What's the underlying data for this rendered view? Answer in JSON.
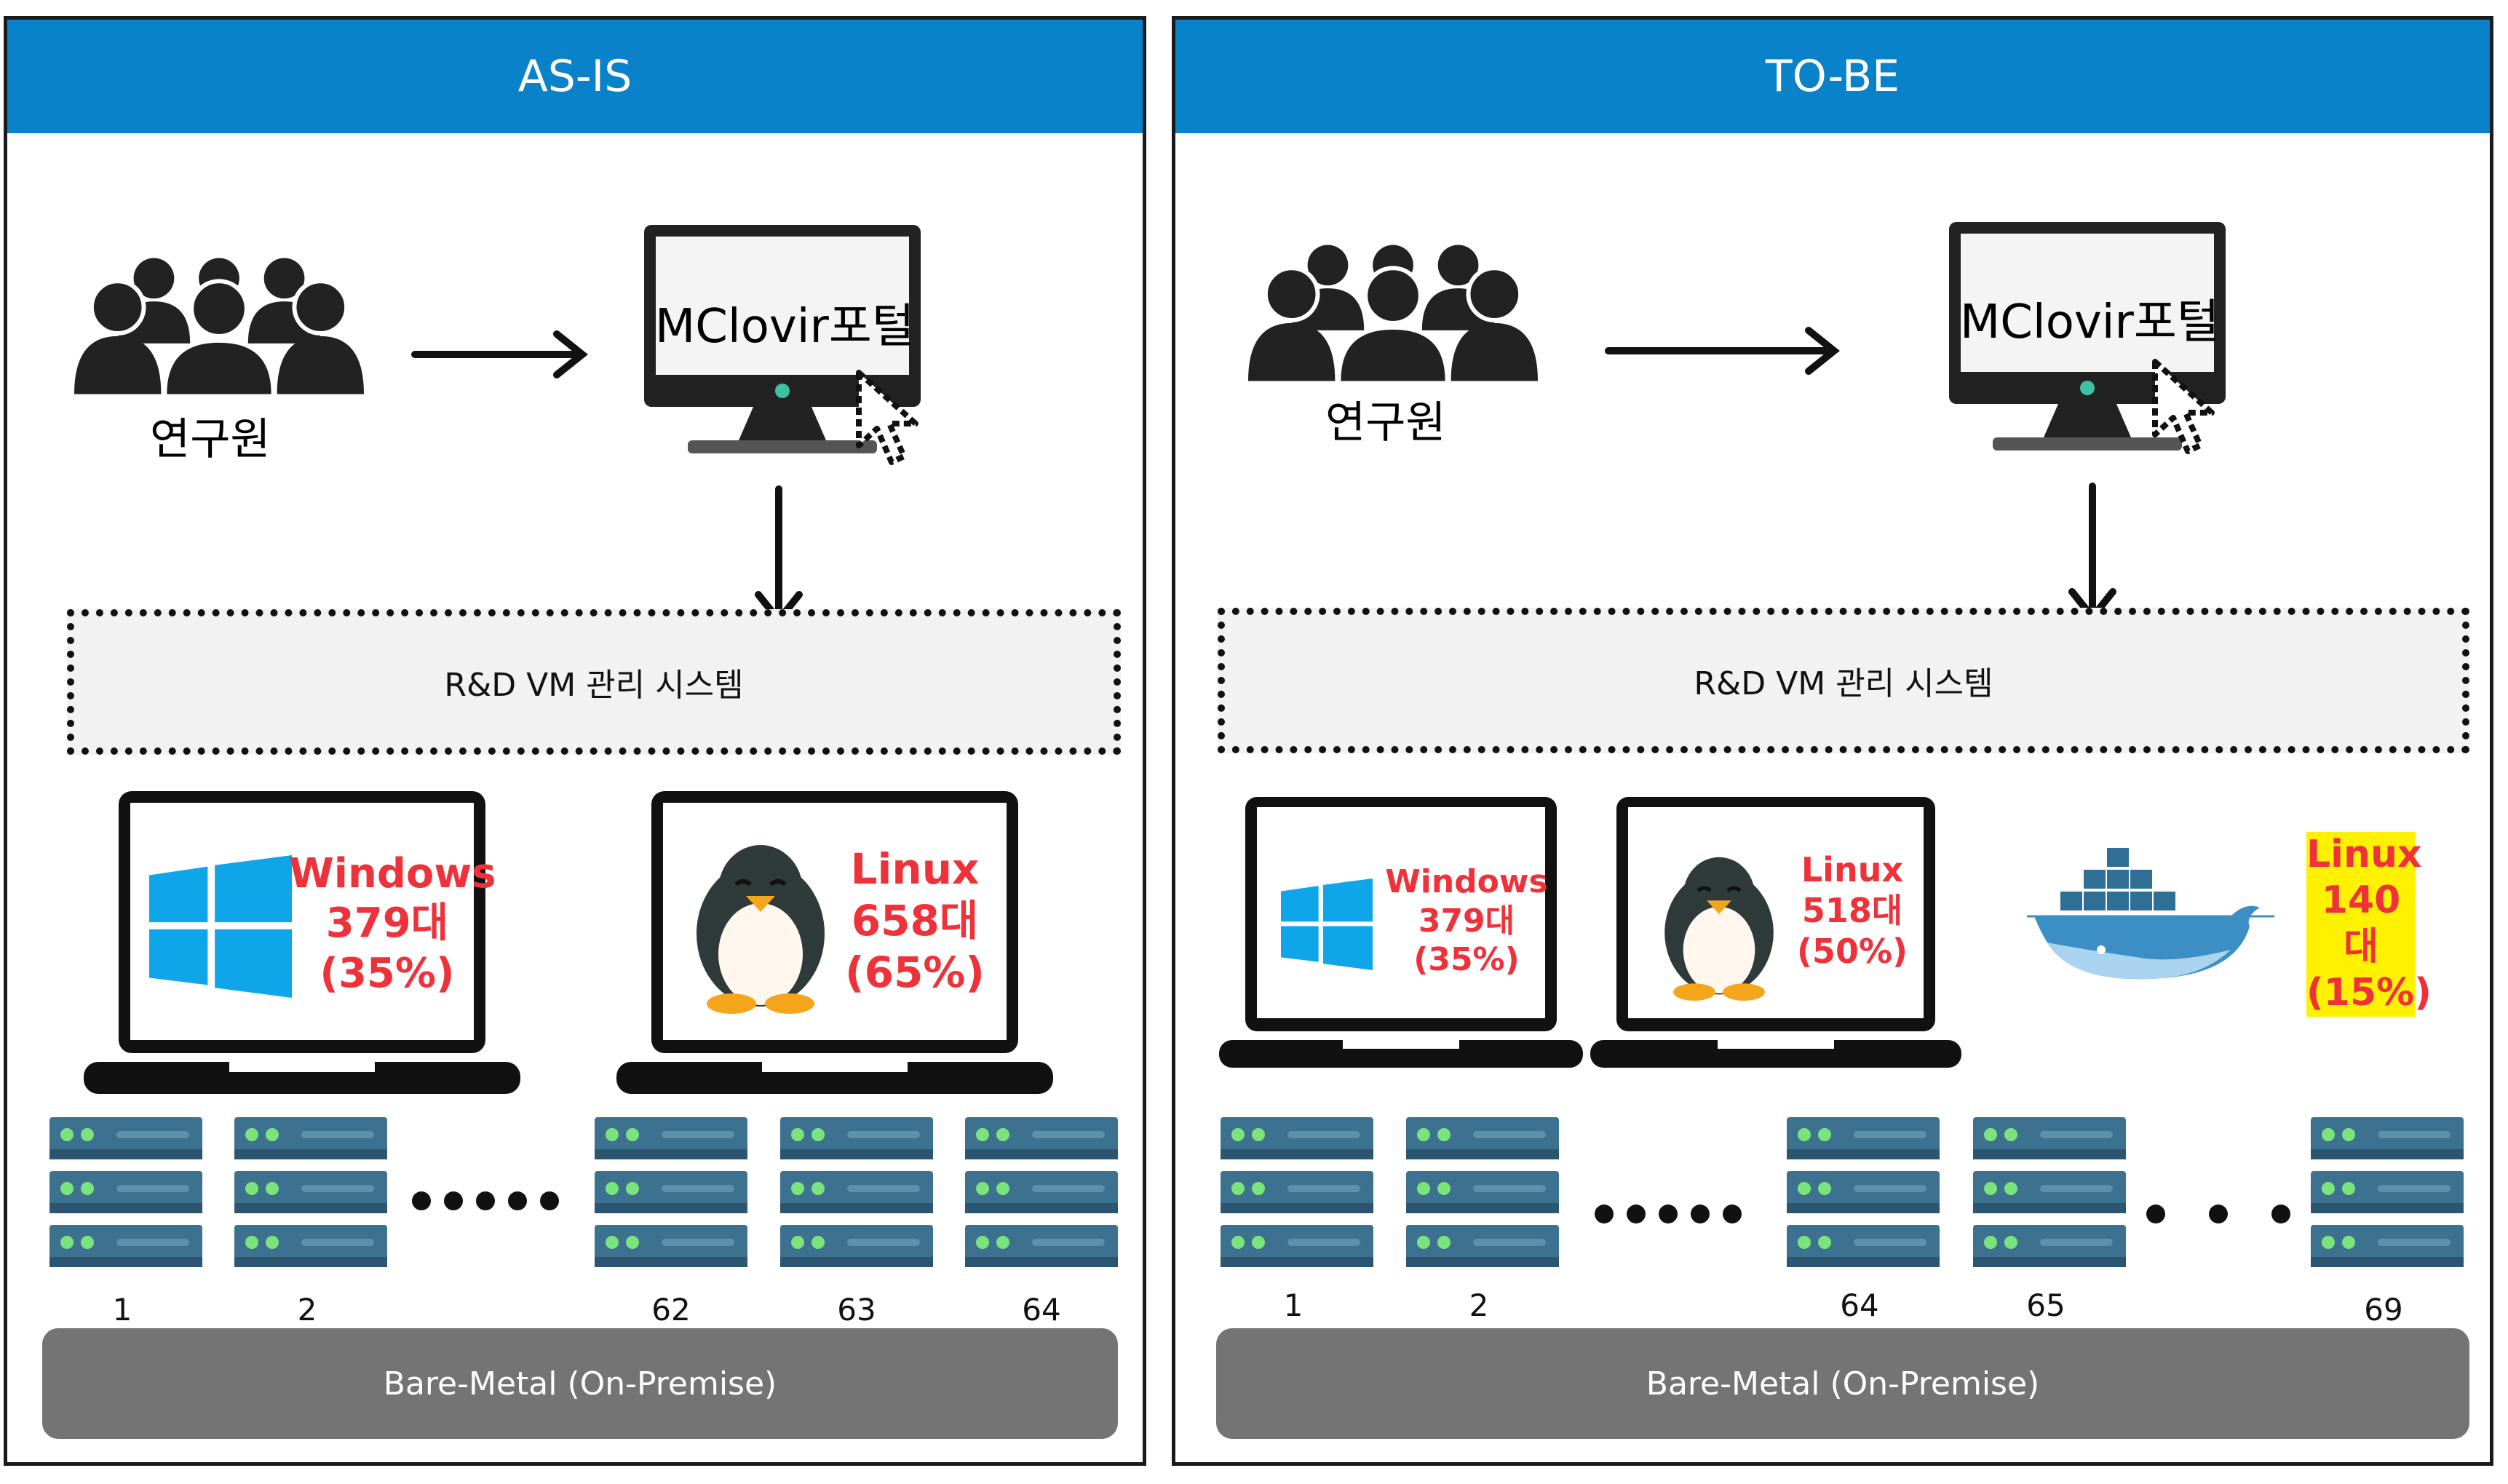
{
  "as_is": {
    "title": "AS-IS",
    "user_label": "연구원",
    "portal_label": "MClovir포털",
    "vm_system": "R&D VM 관리 시스템",
    "windows": {
      "name": "Windows",
      "count": "379대",
      "percent": "(35%)"
    },
    "linux": {
      "name": "Linux",
      "count": "658대",
      "percent": "(65%)"
    },
    "server_numbers": [
      "1",
      "2",
      "62",
      "63",
      "64"
    ],
    "bare_metal": "Bare-Metal (On-Premise)"
  },
  "to_be": {
    "title": "TO-BE",
    "user_label": "연구원",
    "portal_label": "MClovir포털",
    "vm_system": "R&D VM 관리 시스템",
    "windows": {
      "name": "Windows",
      "count": "379대",
      "percent": "(35%)"
    },
    "linux": {
      "name": "Linux",
      "count": "518대",
      "percent": "(50%)"
    },
    "container_linux": {
      "name": "Linux",
      "count": "140대",
      "percent": "(15%)"
    },
    "server_numbers": [
      "1",
      "2",
      "64",
      "65",
      "69"
    ],
    "bare_metal": "Bare-Metal (On-Premise)"
  },
  "colors": {
    "header_blue": "#0a82c9",
    "highlight_red": "#ef3139",
    "highlight_yellow": "#fff200",
    "server_blue": "#3b6f8a",
    "bare_metal_gray": "#747474"
  },
  "icons": [
    "people-icon",
    "monitor-icon",
    "cursor-icon",
    "laptop-icon",
    "windows-logo-icon",
    "tux-penguin-icon",
    "docker-whale-icon",
    "server-rack-icon"
  ]
}
